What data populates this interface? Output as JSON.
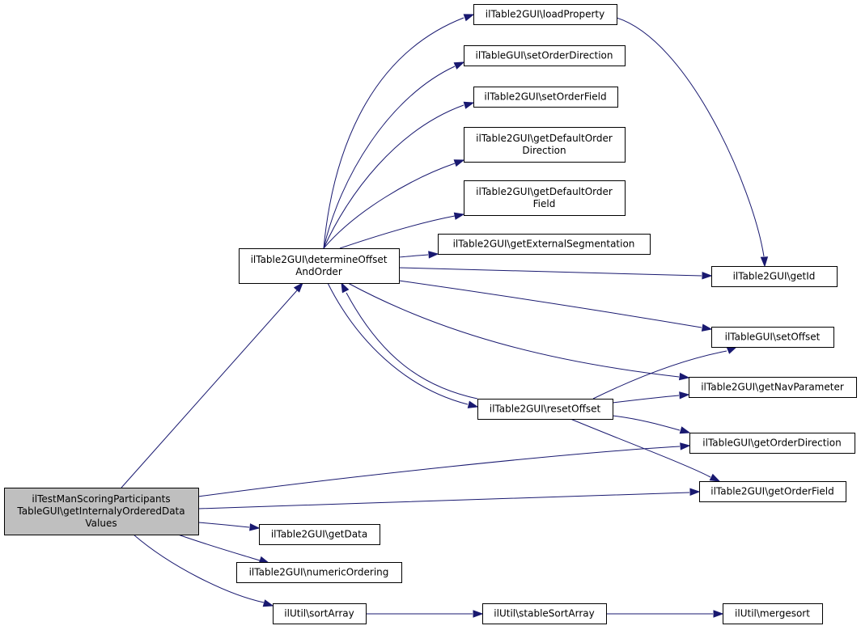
{
  "nodes": {
    "root": [
      "ilTestManScoringParticipants",
      "TableGUI\\getInternalyOrderedData",
      "Values"
    ],
    "determine": [
      "ilTable2GUI\\determineOffset",
      "AndOrder"
    ],
    "loadProperty": [
      "ilTable2GUI\\loadProperty"
    ],
    "setOrderDirection": [
      "ilTableGUI\\setOrderDirection"
    ],
    "setOrderField": [
      "ilTable2GUI\\setOrderField"
    ],
    "getDefaultOrderDirection": [
      "ilTable2GUI\\getDefaultOrder",
      "Direction"
    ],
    "getDefaultOrderField": [
      "ilTable2GUI\\getDefaultOrder",
      "Field"
    ],
    "getExternalSegmentation": [
      "ilTable2GUI\\getExternalSegmentation"
    ],
    "getId": [
      "ilTable2GUI\\getId"
    ],
    "setOffset": [
      "ilTableGUI\\setOffset"
    ],
    "getNavParameter": [
      "ilTable2GUI\\getNavParameter"
    ],
    "resetOffset": [
      "ilTable2GUI\\resetOffset"
    ],
    "getOrderDirection": [
      "ilTableGUI\\getOrderDirection"
    ],
    "getOrderField": [
      "ilTable2GUI\\getOrderField"
    ],
    "getData": [
      "ilTable2GUI\\getData"
    ],
    "numericOrdering": [
      "ilTable2GUI\\numericOrdering"
    ],
    "sortArray": [
      "ilUtil\\sortArray"
    ],
    "stableSortArray": [
      "ilUtil\\stableSortArray"
    ],
    "mergesort": [
      "ilUtil\\mergesort"
    ]
  },
  "edges": [
    [
      "root",
      "determine"
    ],
    [
      "root",
      "getOrderDirection"
    ],
    [
      "root",
      "getOrderField"
    ],
    [
      "root",
      "getData"
    ],
    [
      "root",
      "numericOrdering"
    ],
    [
      "root",
      "sortArray"
    ],
    [
      "determine",
      "loadProperty"
    ],
    [
      "determine",
      "setOrderDirection"
    ],
    [
      "determine",
      "setOrderField"
    ],
    [
      "determine",
      "getDefaultOrderDirection"
    ],
    [
      "determine",
      "getDefaultOrderField"
    ],
    [
      "determine",
      "getExternalSegmentation"
    ],
    [
      "determine",
      "getId"
    ],
    [
      "determine",
      "setOffset"
    ],
    [
      "determine",
      "getNavParameter"
    ],
    [
      "determine",
      "resetOffset"
    ],
    [
      "loadProperty",
      "getId"
    ],
    [
      "resetOffset",
      "determine"
    ],
    [
      "resetOffset",
      "setOffset"
    ],
    [
      "resetOffset",
      "getNavParameter"
    ],
    [
      "resetOffset",
      "getOrderDirection"
    ],
    [
      "resetOffset",
      "getOrderField"
    ],
    [
      "sortArray",
      "stableSortArray"
    ],
    [
      "stableSortArray",
      "mergesort"
    ]
  ],
  "colors": {
    "edge": "#191970",
    "root_fill": "#bfbfbf",
    "node_fill": "#ffffff",
    "node_stroke": "#000000"
  }
}
